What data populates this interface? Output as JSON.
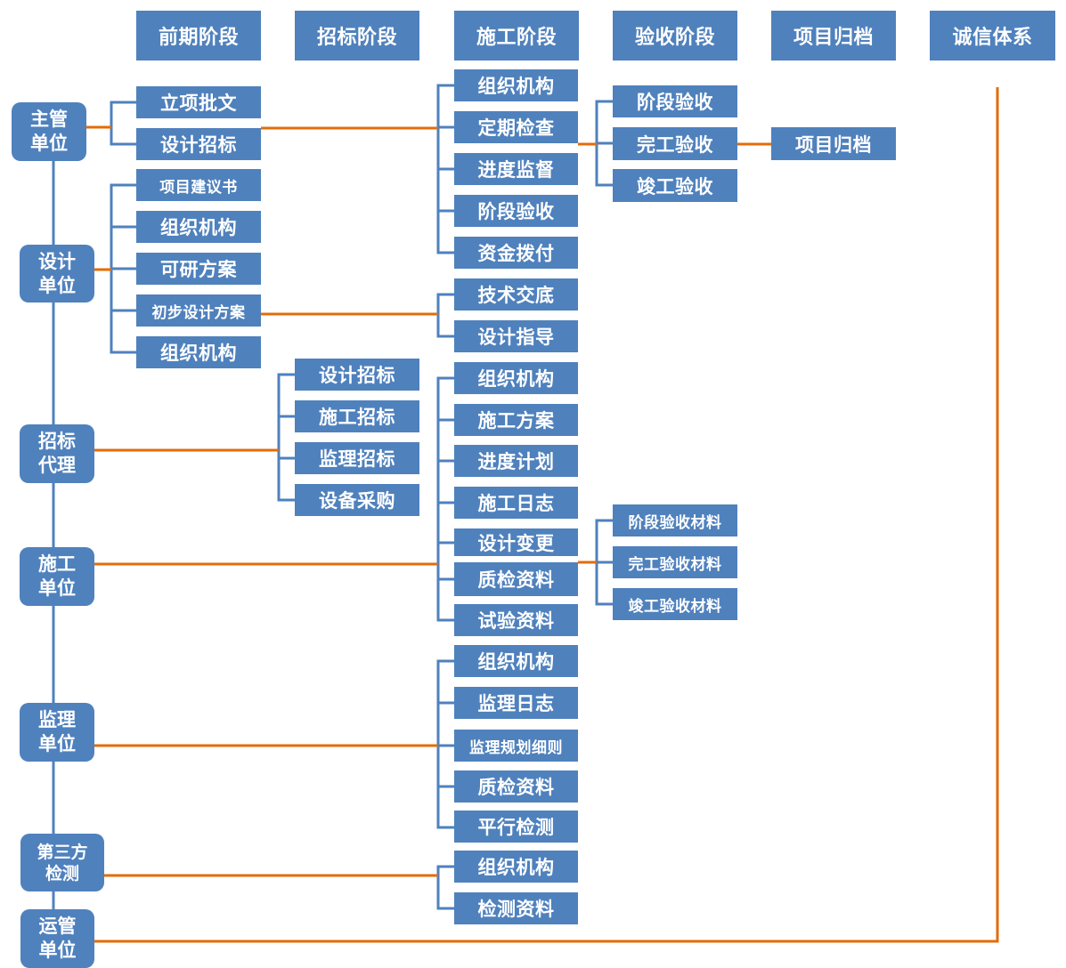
{
  "header": {
    "stages": [
      {
        "label": "前期阶段"
      },
      {
        "label": "招标阶段"
      },
      {
        "label": "施工阶段"
      },
      {
        "label": "验收阶段"
      },
      {
        "label": "项目归档"
      },
      {
        "label": "诚信体系"
      }
    ]
  },
  "units": [
    {
      "lines": [
        "主管",
        "单位"
      ]
    },
    {
      "lines": [
        "设计",
        "单位"
      ]
    },
    {
      "lines": [
        "招标",
        "代理"
      ]
    },
    {
      "lines": [
        "施工",
        "单位"
      ]
    },
    {
      "lines": [
        "监理",
        "单位"
      ]
    },
    {
      "lines": [
        "第三方",
        "检测"
      ]
    },
    {
      "lines": [
        "运管",
        "单位"
      ]
    }
  ],
  "competent_authority": {
    "preliminary": [
      "立项批文",
      "设计招标"
    ],
    "construction": [
      "组织机构",
      "定期检查",
      "进度监督",
      "阶段验收",
      "资金拨付"
    ],
    "acceptance": [
      "阶段验收",
      "完工验收",
      "竣工验收"
    ],
    "archive": [
      "项目归档"
    ]
  },
  "design_unit": {
    "preliminary": [
      "项目建议书",
      "组织机构",
      "可研方案",
      "初步设计方案",
      "组织机构"
    ],
    "construction": [
      "技术交底",
      "设计指导"
    ]
  },
  "bidding_agent": {
    "bidding": [
      "设计招标",
      "施工招标",
      "监理招标",
      "设备采购"
    ]
  },
  "contractor": {
    "construction": [
      "组织机构",
      "施工方案",
      "进度计划",
      "施工日志",
      "设计变更",
      "质检资料",
      "试验资料"
    ],
    "acceptance": [
      "阶段验收材料",
      "完工验收材料",
      "竣工验收材料"
    ]
  },
  "supervisor": {
    "construction": [
      "组织机构",
      "监理日志",
      "监理规划细则",
      "质检资料",
      "平行检测"
    ]
  },
  "third_party": {
    "construction": [
      "组织机构",
      "检测资料"
    ]
  },
  "colors": {
    "box": "#4F81BD",
    "connector": "#4F81BD",
    "link": "#E36C0A",
    "text": "#FFFFFF"
  }
}
